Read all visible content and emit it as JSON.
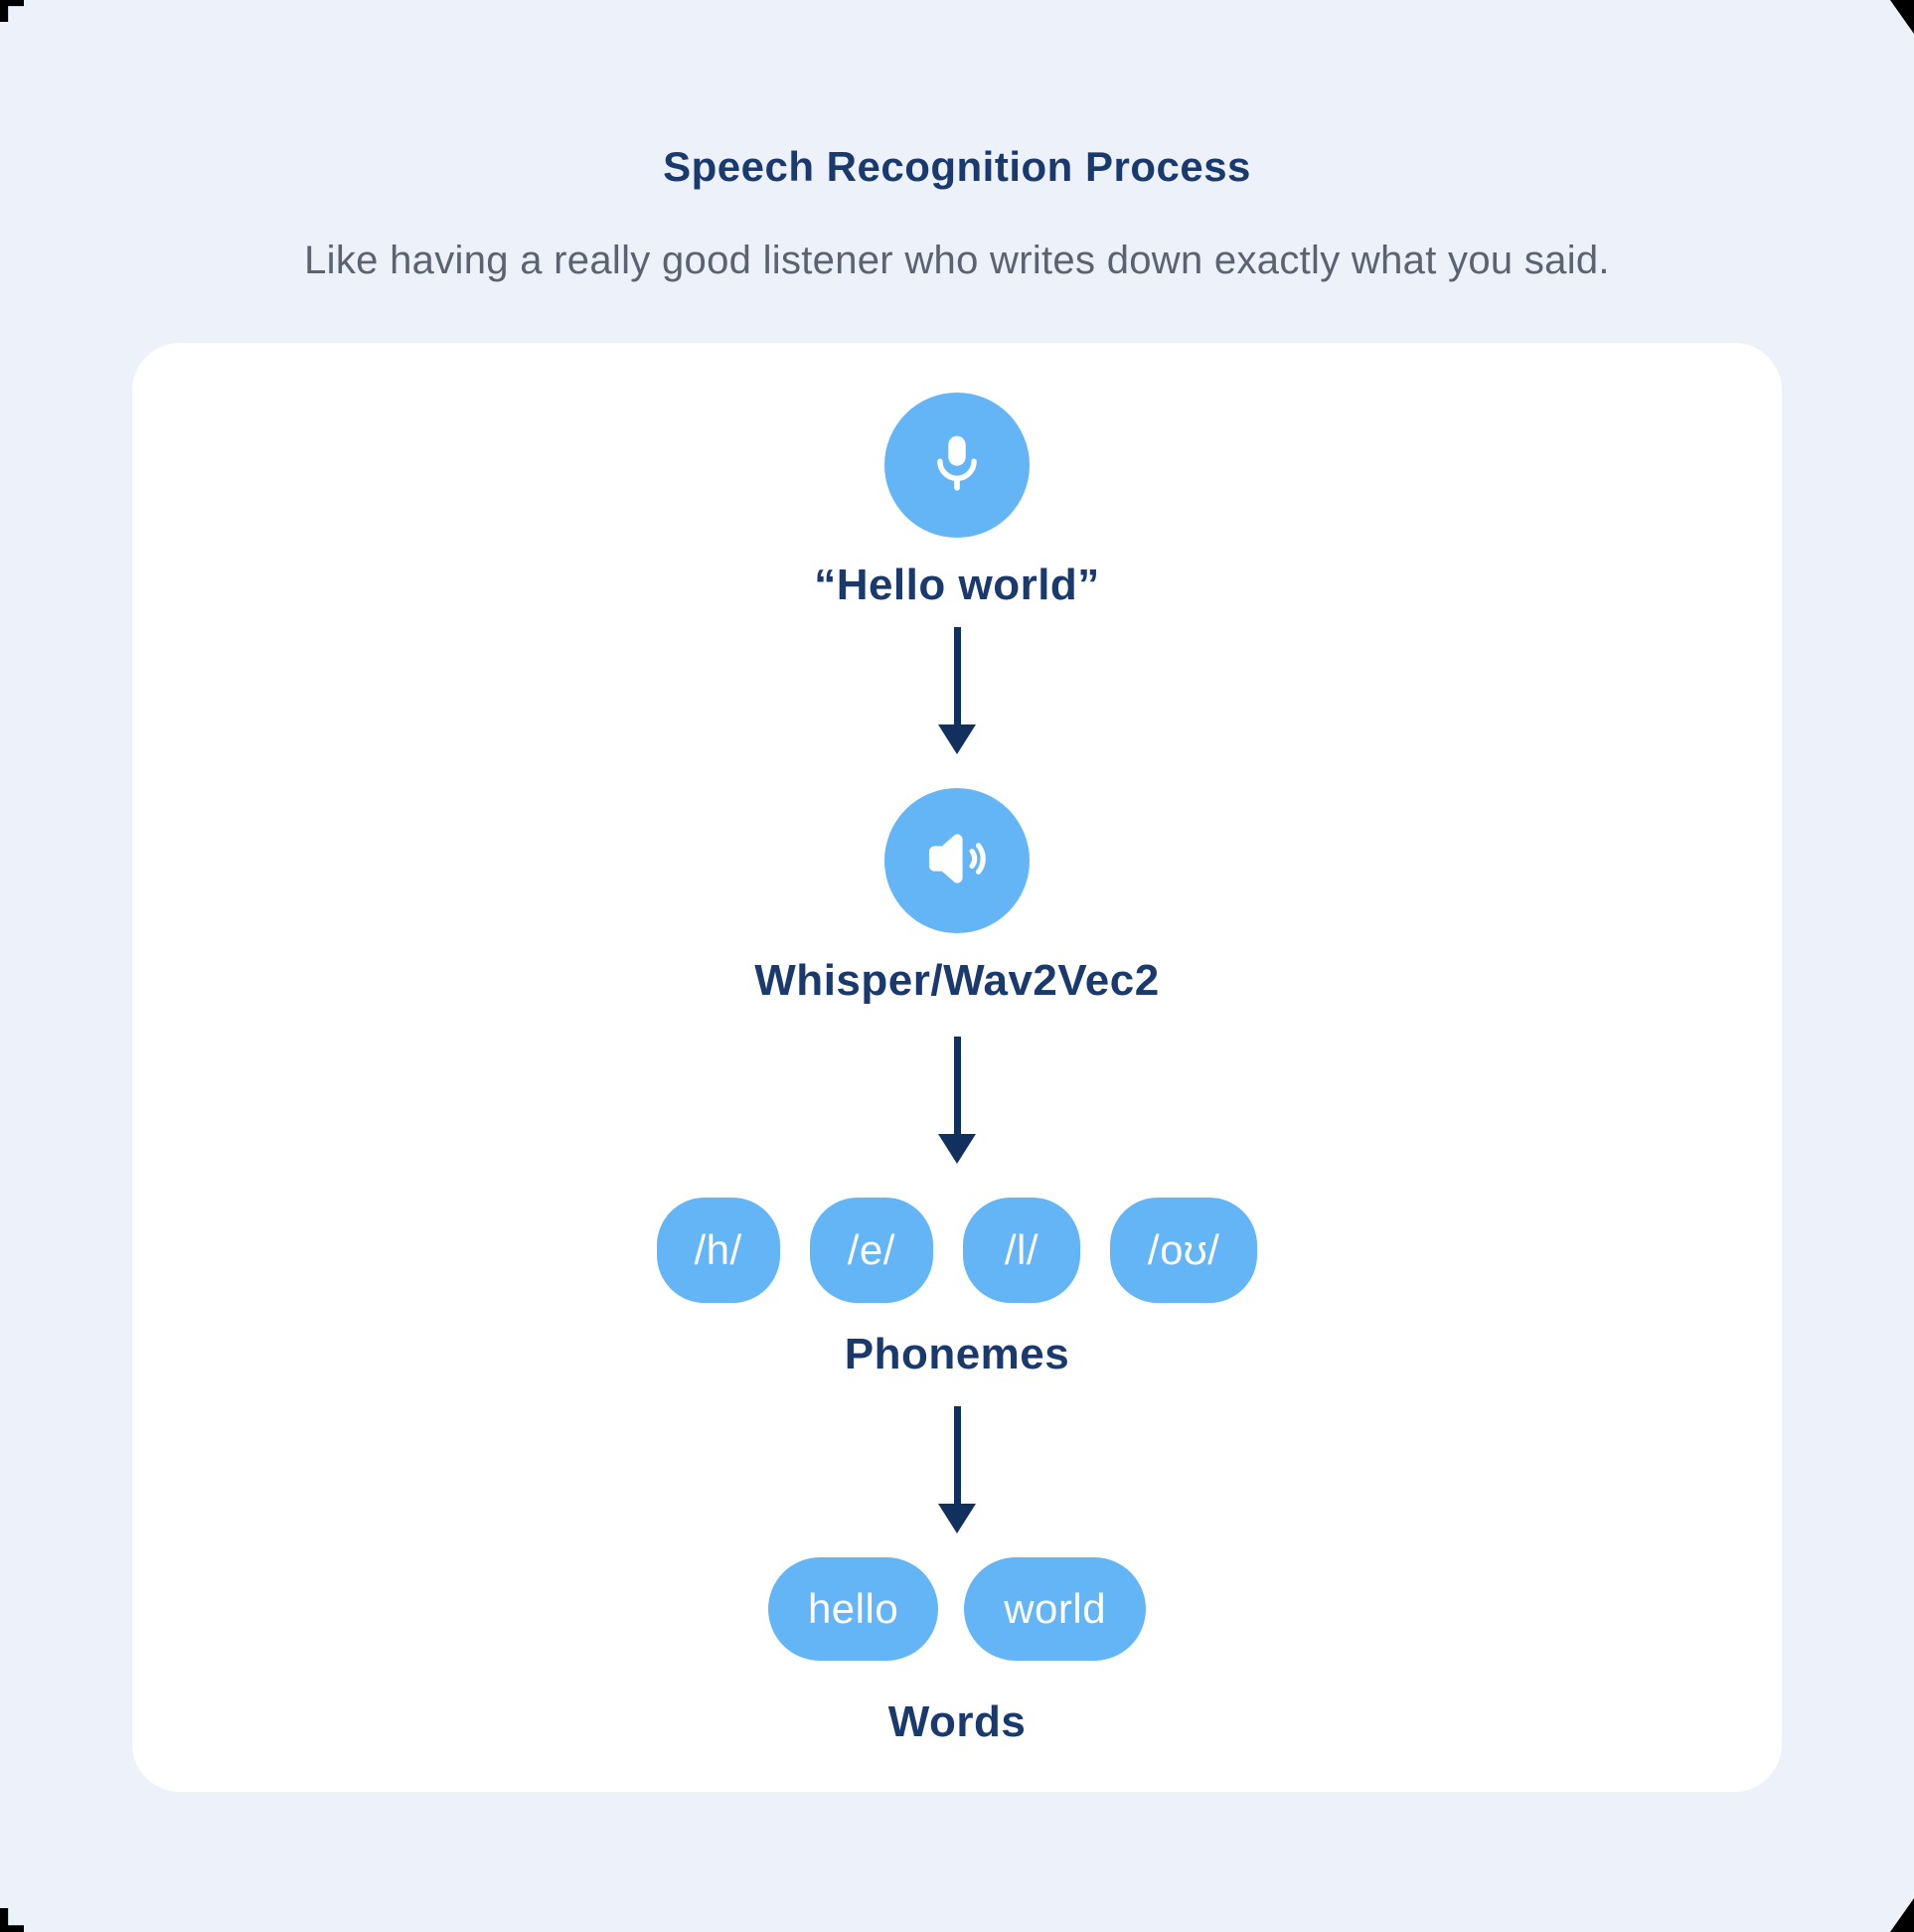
{
  "page": {
    "title": "Speech Recognition Process",
    "subtitle": "Like having a really good listener who writes down exactly what you said."
  },
  "diagram": {
    "input": {
      "icon": "microphone-icon",
      "label": "“Hello world”"
    },
    "model": {
      "icon": "speaker-icon",
      "label": "Whisper/Wav2Vec2"
    },
    "connector_icon": "arrow-down-icon",
    "phonemes": {
      "items": [
        "/h/",
        "/e/",
        "/l/",
        "/oʊ/"
      ],
      "label": "Phonemes"
    },
    "words": {
      "items": [
        "hello",
        "world"
      ],
      "label": "Words"
    }
  },
  "colors": {
    "background": "#EDF1FA",
    "card": "#FFFFFF",
    "blue": "#64B5F6",
    "navy": "#1A3A6E",
    "arrow": "#12305E",
    "gray": "#5B6270",
    "pill_text": "#FFFFFF",
    "corner_marks": "#000000"
  }
}
